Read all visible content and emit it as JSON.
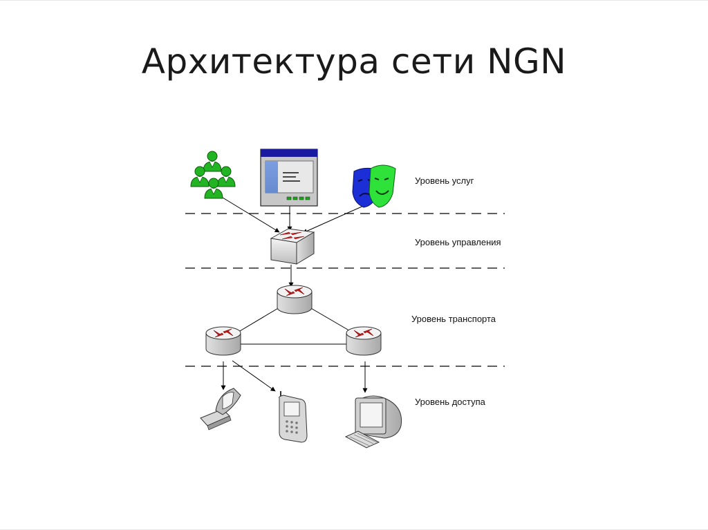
{
  "slide": {
    "title": "Архитектура сети NGN"
  },
  "levels": {
    "services": "Уровень услуг",
    "control": "Уровень управления",
    "transport": "Уровень транспорта",
    "access": "Уровень доступа"
  },
  "icons": {
    "users": "users-group-icon",
    "app_window": "application-window-icon",
    "masks": "theater-masks-icon",
    "switch": "softswitch-icon",
    "router": "router-icon",
    "flip_phone": "flip-phone-icon",
    "mobile_phone": "mobile-phone-icon",
    "computer": "computer-terminal-icon"
  },
  "colors": {
    "user_green": "#22b422",
    "mask_blue": "#1c2fd6",
    "mask_green": "#2ee23a",
    "window_blue": "#1a1aa0",
    "arrow_red": "#d42020",
    "device_gray": "#c8c8c8"
  }
}
